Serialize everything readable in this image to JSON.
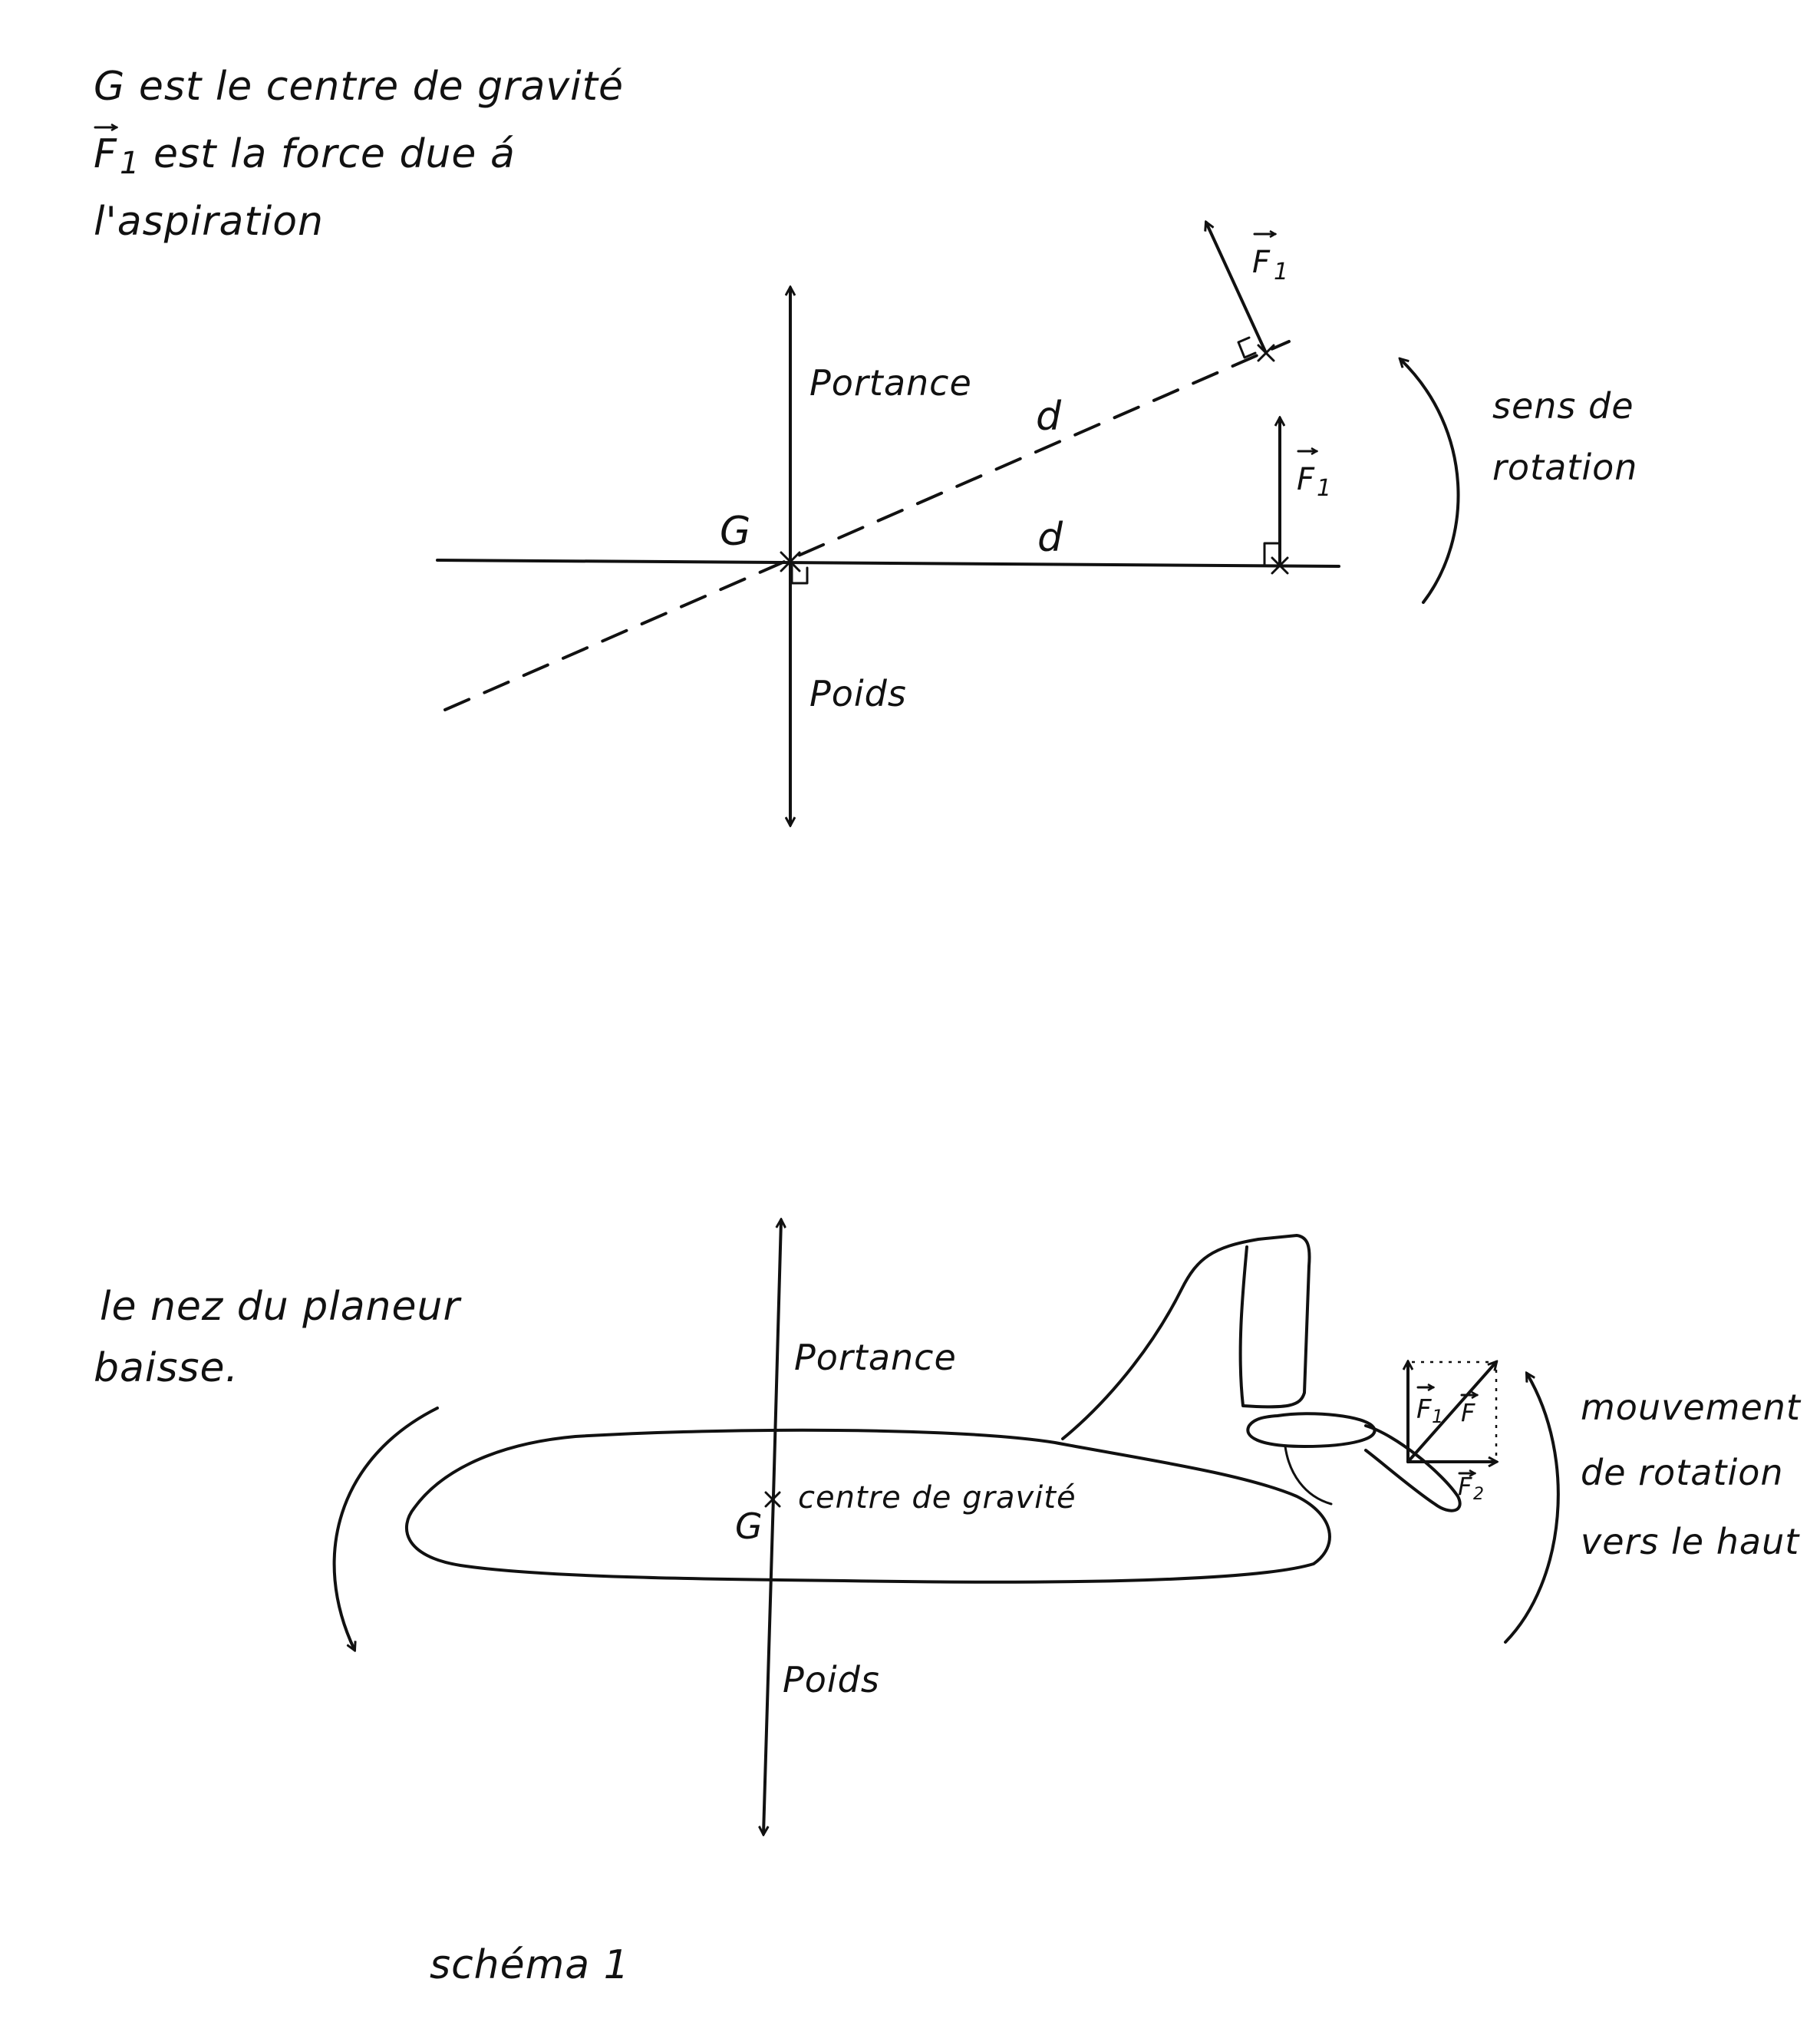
{
  "notes": {
    "line1": "G est le centre de gravité",
    "line2_symbol": "F",
    "line2_subscript": "1",
    "line2_text": "est la force due á",
    "line3": "l'aspiration"
  },
  "top_diagram": {
    "lift_label": "Portance",
    "weight_label": "Poids",
    "g_label": "G",
    "distance_label_dashed": "d",
    "distance_label_horizontal": "d",
    "force_tilted": {
      "symbol": "F",
      "subscript": "1"
    },
    "force_vertical": {
      "symbol": "F",
      "subscript": "1"
    },
    "rotation_line1": "sens de",
    "rotation_line2": "rotation"
  },
  "bottom_diagram": {
    "nose_line1": "le nez du planeur",
    "nose_line2": "baisse.",
    "lift_label": "Portance",
    "weight_label": "Poids",
    "g_label": "G",
    "cg_label": "centre de gravité",
    "force_f1": {
      "symbol": "F",
      "subscript": "1"
    },
    "force_f": {
      "symbol": "F"
    },
    "force_f2": {
      "symbol": "F",
      "subscript": "2"
    },
    "movement_line1": "mouvement",
    "movement_line2": "de rotation",
    "movement_line3": "vers le haut"
  },
  "caption": "schéma 1"
}
